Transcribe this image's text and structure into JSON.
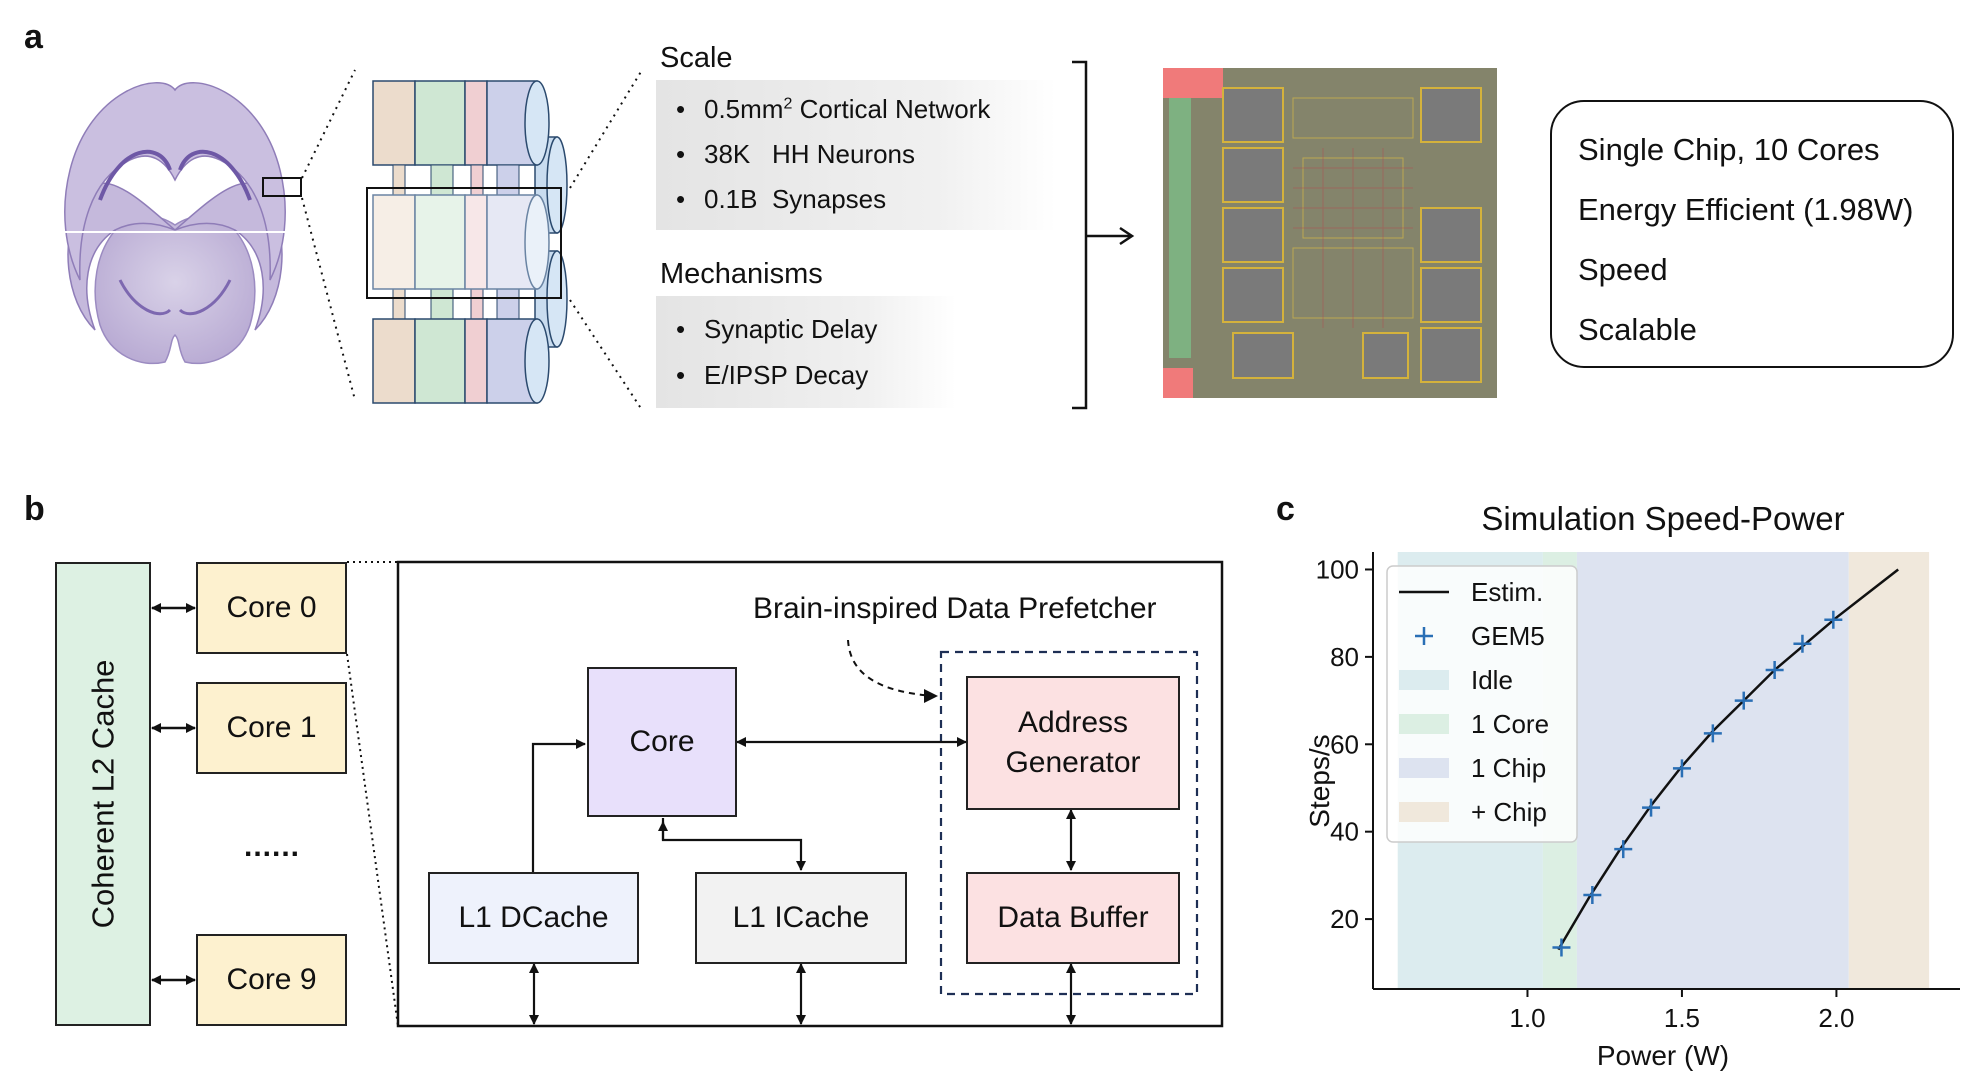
{
  "panel_a": {
    "letter": "a",
    "scale": {
      "title": "Scale",
      "items": [
        "0.5mm",
        "Cortical Network",
        "38K",
        "HH Neurons",
        "0.1B",
        "Synapses"
      ],
      "superscript": "2"
    },
    "mechanisms": {
      "title": "Mechanisms",
      "items": [
        "Synaptic Delay",
        "E/IPSP Decay"
      ]
    },
    "summary": [
      "Single Chip, 10 Cores",
      "Energy Efficient (1.98W)",
      "Speed",
      "Scalable"
    ]
  },
  "panel_b": {
    "letter": "b",
    "l2_cache": "Coherent L2 Cache",
    "cores": [
      "Core 0",
      "Core 1",
      "Core 9"
    ],
    "ellipsis": "......",
    "prefetcher_label": "Brain-inspired Data Prefetcher",
    "core": "Core",
    "address_generator": [
      "Address",
      "Generator"
    ],
    "dcache": "L1 DCache",
    "icache": "L1 ICache",
    "data_buffer": "Data Buffer"
  },
  "panel_c": {
    "letter": "c"
  },
  "chart_data": {
    "type": "line",
    "title": "Simulation Speed-Power",
    "xlabel": "Power (W)",
    "ylabel": "Steps/s",
    "xlim": [
      0.5,
      2.4
    ],
    "ylim": [
      4,
      104
    ],
    "xticks": [
      "1.0",
      "1.5",
      "2.0"
    ],
    "xtick_values": [
      1.0,
      1.5,
      2.0
    ],
    "yticks": [
      "20",
      "40",
      "60",
      "80",
      "100"
    ],
    "ytick_values": [
      20,
      40,
      60,
      80,
      100
    ],
    "regions": [
      {
        "name": "Idle",
        "x": [
          0.58,
          1.05
        ],
        "color": "#dcecef"
      },
      {
        "name": "1 Core",
        "x": [
          1.05,
          1.16
        ],
        "color": "#dcefe3"
      },
      {
        "name": "1 Chip",
        "x": [
          1.16,
          2.04
        ],
        "color": "#dde3f0"
      },
      {
        "name": "+ Chip",
        "x": [
          2.04,
          2.3
        ],
        "color": "#f0e8dc"
      }
    ],
    "series": [
      {
        "name": "Estim.",
        "type": "line",
        "color": "#111111",
        "x": [
          1.1,
          1.2,
          1.3,
          1.4,
          1.5,
          1.6,
          1.7,
          1.8,
          1.9,
          2.0,
          2.1,
          2.2
        ],
        "y": [
          13,
          25,
          36,
          46,
          55,
          63,
          70,
          77,
          83,
          89,
          94.5,
          100
        ]
      },
      {
        "name": "GEM5",
        "type": "scatter",
        "color": "#2a6fb5",
        "x": [
          1.11,
          1.21,
          1.31,
          1.4,
          1.5,
          1.6,
          1.7,
          1.8,
          1.89,
          1.99
        ],
        "y": [
          13.5,
          25.5,
          36,
          45.5,
          54.5,
          62.5,
          70,
          77,
          83,
          88.5
        ]
      }
    ],
    "legend": [
      "Estim.",
      "GEM5",
      "Idle",
      "1 Core",
      "1 Chip",
      "+ Chip"
    ],
    "legend_position": "top-left"
  }
}
